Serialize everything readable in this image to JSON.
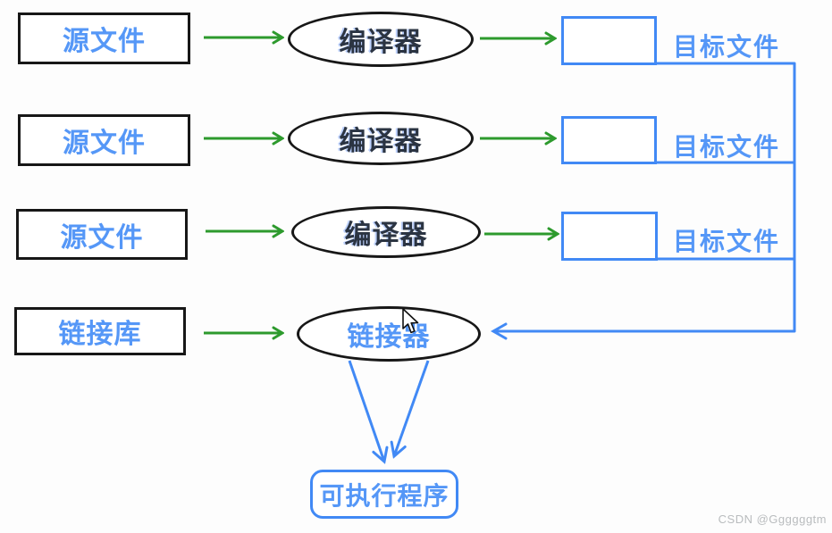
{
  "diagram": {
    "rows": [
      {
        "source": "源文件",
        "process": "编译器",
        "output": "目标文件"
      },
      {
        "source": "源文件",
        "process": "编译器",
        "output": "目标文件"
      },
      {
        "source": "源文件",
        "process": "编译器",
        "output": "目标文件"
      }
    ],
    "linker_row": {
      "source": "链接库",
      "process": "链接器"
    },
    "executable": "可执行程序",
    "watermark": "CSDN @Ggggggtm",
    "colors": {
      "blue": "#4189f5",
      "text_blue": "#5597f7",
      "green": "#2d9a2d",
      "ink": "#171717",
      "compiler_text": "#2b3442",
      "watermark_gray": "#b9bcbe",
      "background": "#fdfdfd"
    }
  }
}
